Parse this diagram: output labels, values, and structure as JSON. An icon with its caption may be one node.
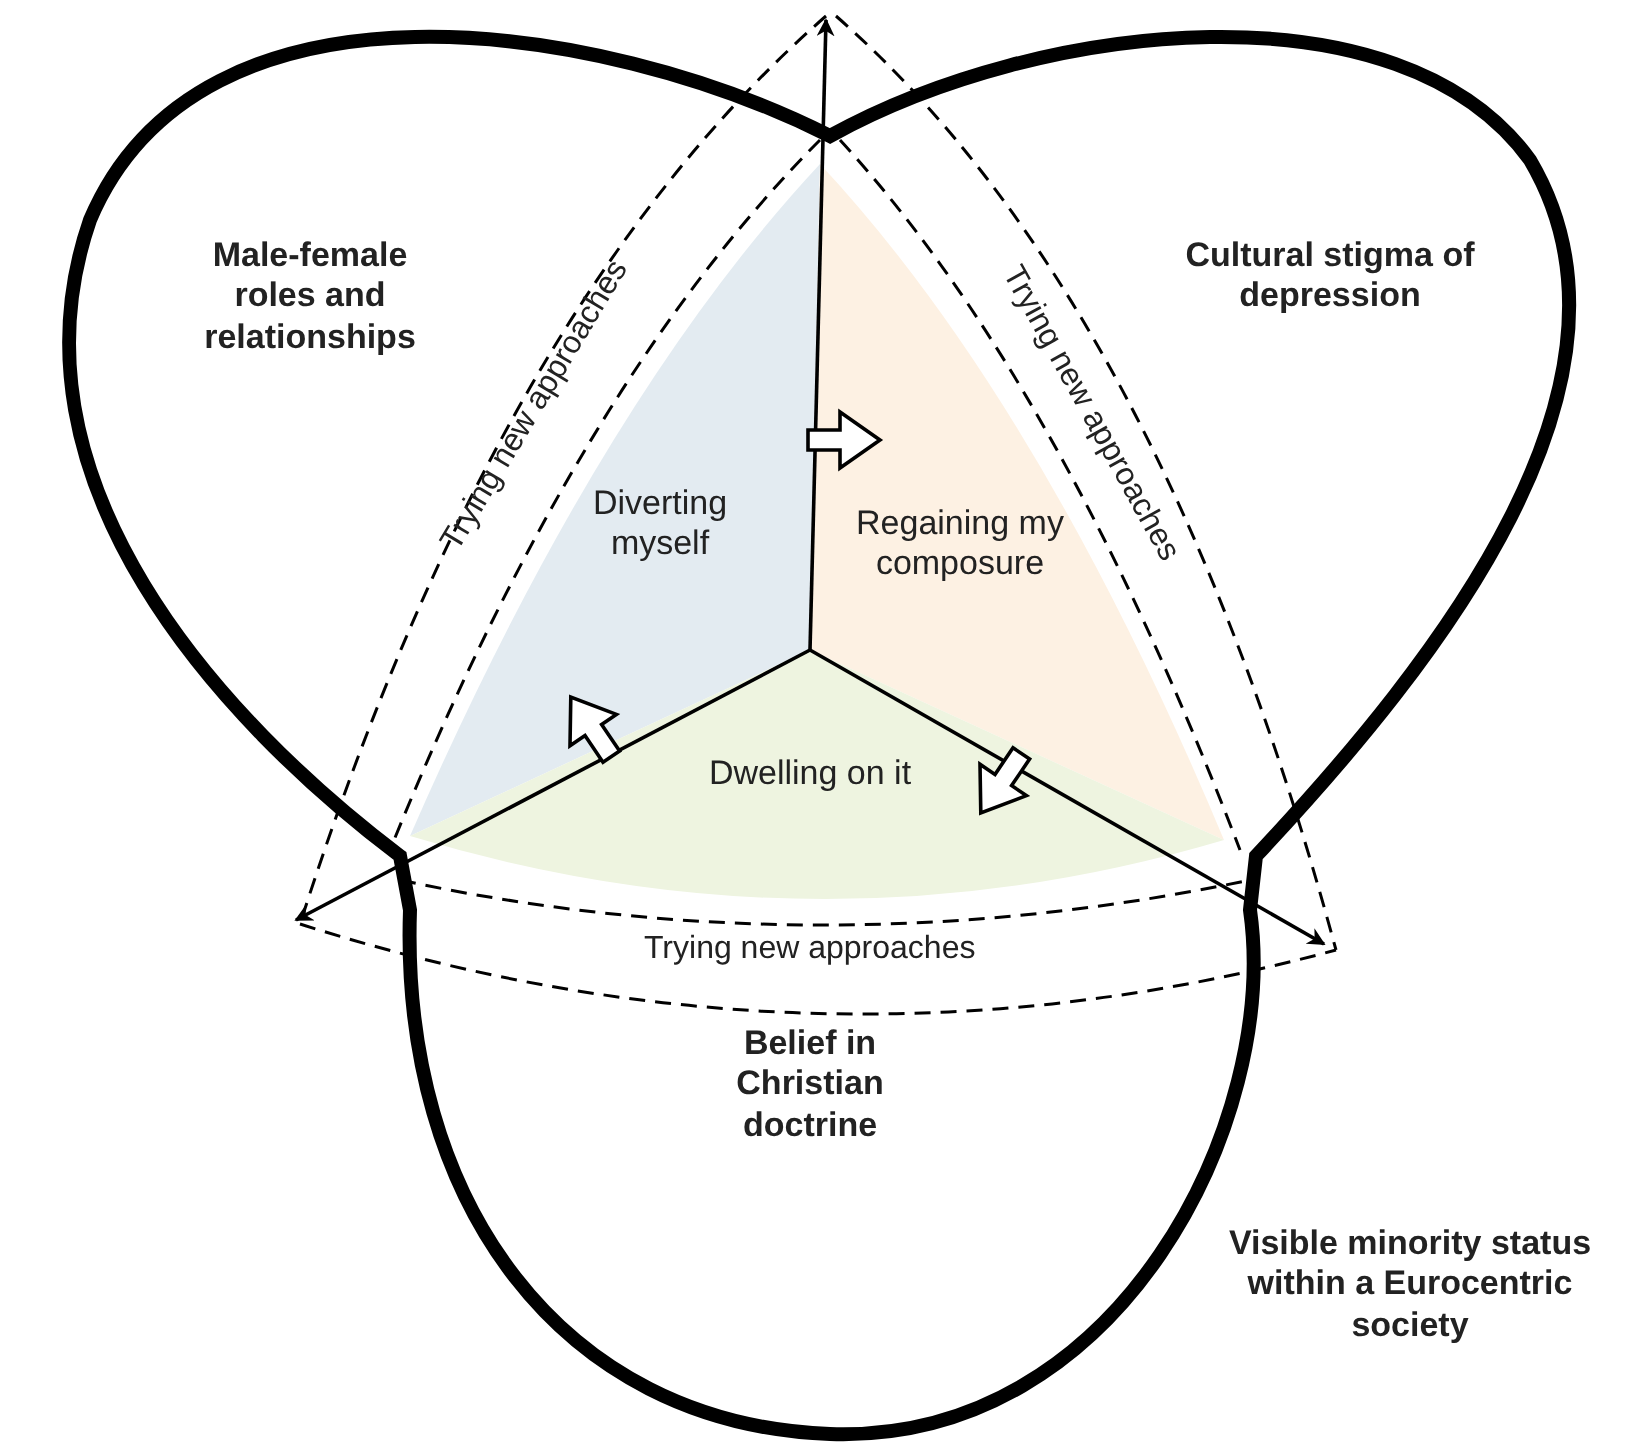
{
  "diagram": {
    "nodes": [
      {
        "text": [
          "Male-female roles and relationships",
          "Cultural stigma of depression",
          "Belief in Christian doctrine",
          "Visible minority status within a Eurocentric society"
        ]
      },
      {
        "text": [
          "Diverting myself"
        ],
        "in": 0
      },
      {
        "text": [
          "Regaining my composure"
        ],
        "in": 0
      },
      {
        "text": [
          "Dwelling on it"
        ],
        "in": 0
      }
    ],
    "edges": [
      {
        "from": 1,
        "to": 2,
        "arrow": "to"
      },
      {
        "from": 3,
        "to": 1,
        "arrow": "to"
      },
      {
        "from": 2,
        "to": 3,
        "arrow": "to"
      }
    ],
    "labels": [
      "Trying new approaches",
      "Trying new approaches",
      "Trying new approaches"
    ]
  }
}
